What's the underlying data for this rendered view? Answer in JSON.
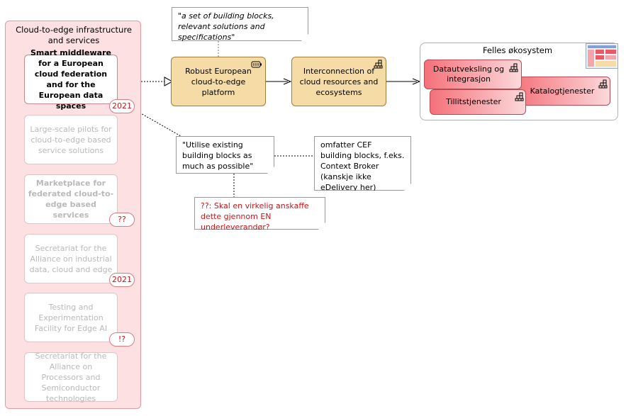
{
  "group": {
    "title": "Cloud-to-edge infrastructure and services",
    "items": [
      {
        "label": "Smart middleware for a European cloud federation and for the European data spaces",
        "badge": "2021"
      },
      {
        "label": "Large-scale pilots for cloud-to-edge based service solutions",
        "badge": ""
      },
      {
        "label": "Marketplace for federated cloud-to-edge based services",
        "badge": "??"
      },
      {
        "label": "Secretariat for the Alliance on industrial data, cloud and edge",
        "badge": "2021"
      },
      {
        "label": "Testing and Experimentation Facility for Edge AI",
        "badge": "!?"
      },
      {
        "label": "Secretariat for the Alliance on Processors and Semiconductor technologies",
        "badge": ""
      }
    ]
  },
  "capabilities": {
    "platform": "Robust European cloud-to-edge platform",
    "interconnection": "Interconnection of cloud resources and ecosystems"
  },
  "notes": {
    "building_blocks": "\"a set of building blocks, relevant solutions and specifications\"",
    "utilise": "\"Utilise existing building blocks as much as possible\"",
    "cef": "omfatter CEF building blocks, f.eks. Context Broker (kanskje ikke eDelivery her)",
    "question": "??: Skal en virkelig anskaffe dette gjennom EN underleverandør?"
  },
  "ecosystem": {
    "title": "Felles økosystem",
    "services": {
      "data": "Datautveksling og integrasjon",
      "catalog": "Katalogtjenester",
      "trust": "Tillitstjenester"
    }
  },
  "colors": {
    "group_fill": "#fde0e2",
    "capability_fill": "#f5dca7",
    "service_red": "#f5707a",
    "badge_text": "#c4161c",
    "question_text": "#c4161c"
  }
}
